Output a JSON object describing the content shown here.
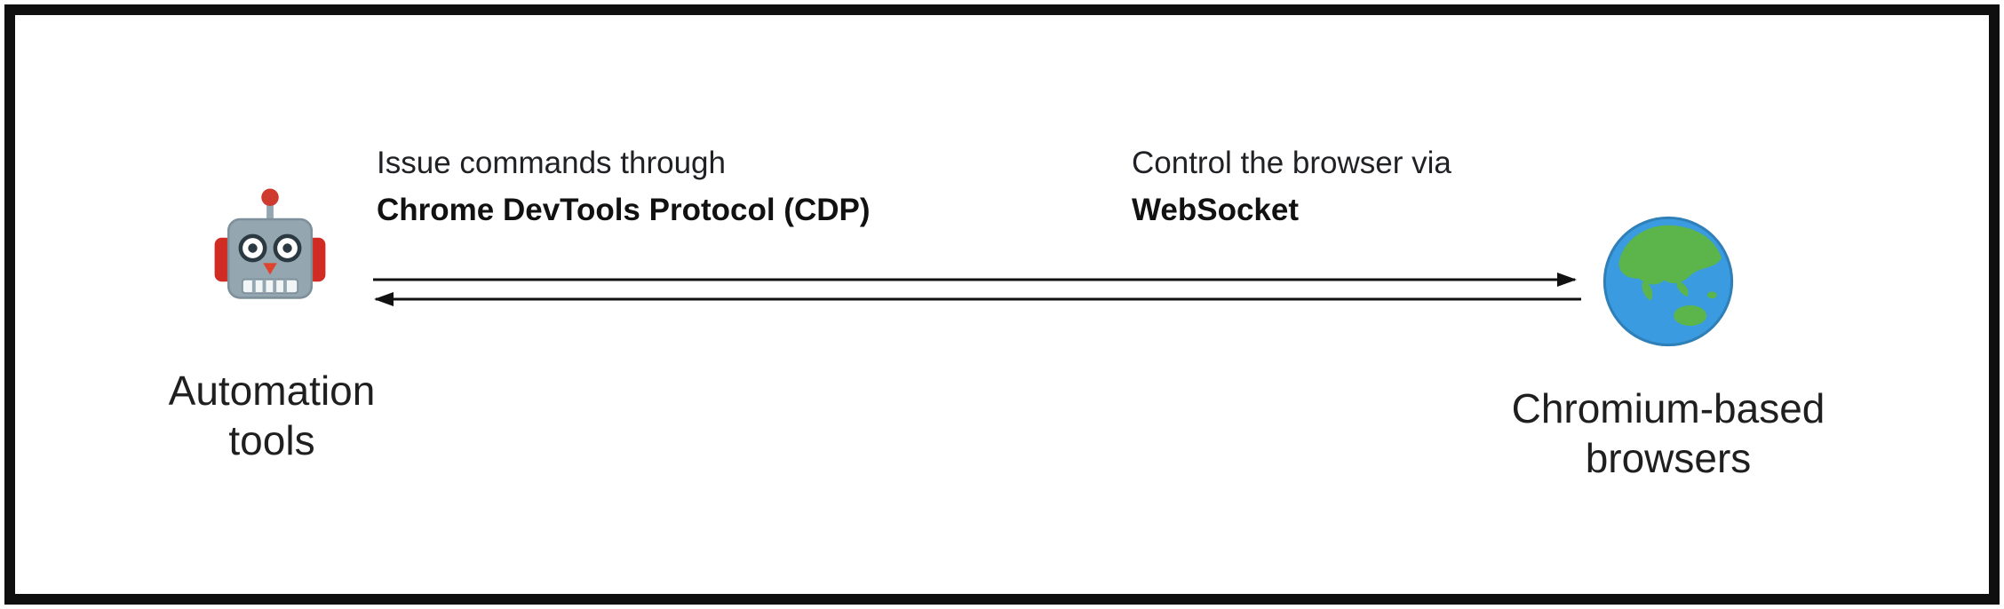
{
  "diagram": {
    "left_node": {
      "icon": "robot-icon",
      "label": "Automation tools"
    },
    "right_node": {
      "icon": "globe-icon",
      "label": "Chromium-based browsers"
    },
    "cdp_annotation": {
      "line1": "Issue commands through",
      "line2": "Chrome DevTools Protocol (CDP)"
    },
    "websocket_annotation": {
      "line1": "Control the browser via",
      "line2": "WebSocket"
    },
    "arrows": {
      "top": {
        "direction": "right",
        "from": "Automation tools",
        "to": "Chromium-based browsers"
      },
      "bottom": {
        "direction": "left",
        "from": "Chromium-based browsers",
        "to": "Automation tools"
      }
    },
    "colors": {
      "border": "#0f0f0f",
      "arrow": "#111111",
      "text": "#202124",
      "robot_body": "#94a6b0",
      "robot_accent": "#d12c24",
      "globe_ocean": "#3b9be0",
      "globe_land": "#5cb54a"
    }
  }
}
